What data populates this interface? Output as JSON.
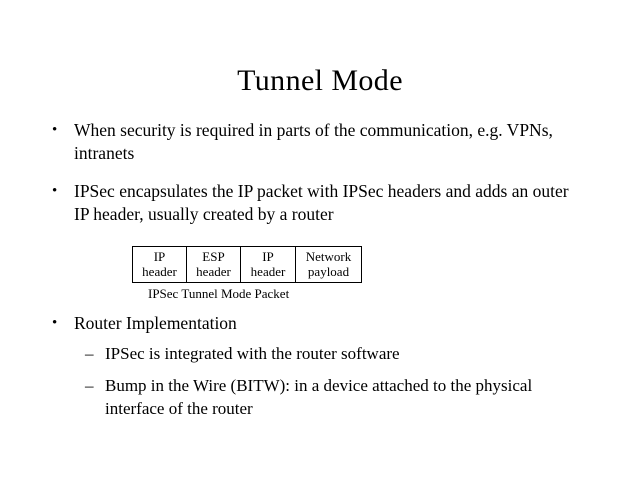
{
  "slide": {
    "title": "Tunnel Mode",
    "bullets": [
      {
        "marker": "•",
        "text": "When security is required in parts of the communication, e.g. VPNs, intranets"
      },
      {
        "marker": "•",
        "text": "IPSec encapsulates the IP packet with IPSec headers and adds an outer IP header, usually created by a router"
      },
      {
        "marker": "•",
        "text": "Router Implementation"
      }
    ],
    "sub_bullets": [
      {
        "marker": "–",
        "text": "IPSec is integrated with the router software"
      },
      {
        "marker": "–",
        "text": "Bump in the Wire (BITW):  in a device attached to the physical interface of the router"
      }
    ],
    "packet_diagram": {
      "caption": "IPSec Tunnel Mode Packet",
      "cells": [
        {
          "line1": "IP",
          "line2": "header"
        },
        {
          "line1": "ESP",
          "line2": "header"
        },
        {
          "line1": "IP",
          "line2": "header"
        },
        {
          "line1": "Network",
          "line2": "payload"
        }
      ]
    },
    "colors": {
      "background": "#ffffff",
      "text": "#000000",
      "border": "#000000"
    }
  }
}
